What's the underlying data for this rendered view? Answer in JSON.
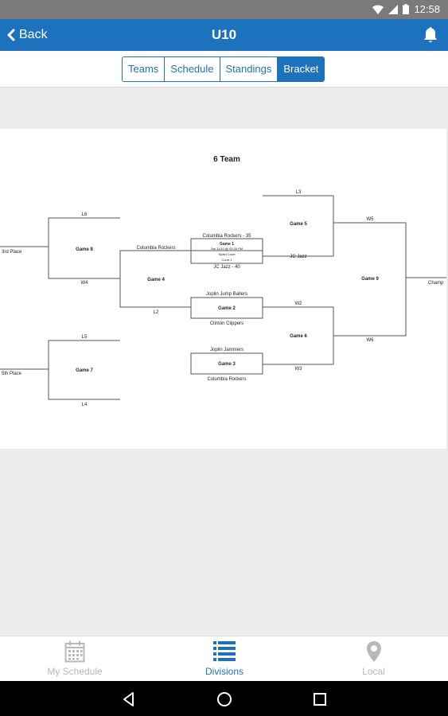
{
  "status_bar": {
    "time": "12:58"
  },
  "app_bar": {
    "back_label": "Back",
    "title": "U10"
  },
  "segments": {
    "items": [
      {
        "label": "Teams",
        "active": false
      },
      {
        "label": "Schedule",
        "active": false
      },
      {
        "label": "Standings",
        "active": false
      },
      {
        "label": "Bracket",
        "active": true
      }
    ]
  },
  "bracket": {
    "title": "6 Team",
    "place_3rd": "3rd Place",
    "place_5th": "5th Place",
    "champion": "Champ",
    "game8": {
      "name": "Game 8",
      "top": "L6",
      "bottom": "W4"
    },
    "game7": {
      "name": "Game 7",
      "top": "L5",
      "bottom": "L4"
    },
    "game4": {
      "name": "Game 4",
      "top": "Columbia Rockers",
      "bottom": "L2"
    },
    "game1": {
      "name": "Game 1",
      "top": "Columbia Rockers - 35",
      "bottom": "JC Jazz - 40",
      "details": [
        "Sat 11/10 @ 03:30 PM",
        "Spaid Court",
        "Court 1"
      ]
    },
    "game2": {
      "name": "Game 2",
      "top": "Joplin Jump Ballers",
      "bottom": "Clinton Clippers"
    },
    "game3": {
      "name": "Game 3",
      "top": "Joplin Jammers",
      "bottom": "Columbia Rockers"
    },
    "game5": {
      "name": "Game 5",
      "top": "L3",
      "bottom": "JC Jazz"
    },
    "game6": {
      "name": "Game 6",
      "top": "W2",
      "bottom": "W3"
    },
    "game9": {
      "name": "Game 9",
      "top": "W5",
      "bottom": "W6"
    }
  },
  "bottom_nav": {
    "items": [
      {
        "label": "My Schedule",
        "icon": "calendar-icon",
        "active": false
      },
      {
        "label": "Divisions",
        "icon": "list-icon",
        "active": true
      },
      {
        "label": "Local",
        "icon": "location-pin-icon",
        "active": false
      }
    ]
  }
}
